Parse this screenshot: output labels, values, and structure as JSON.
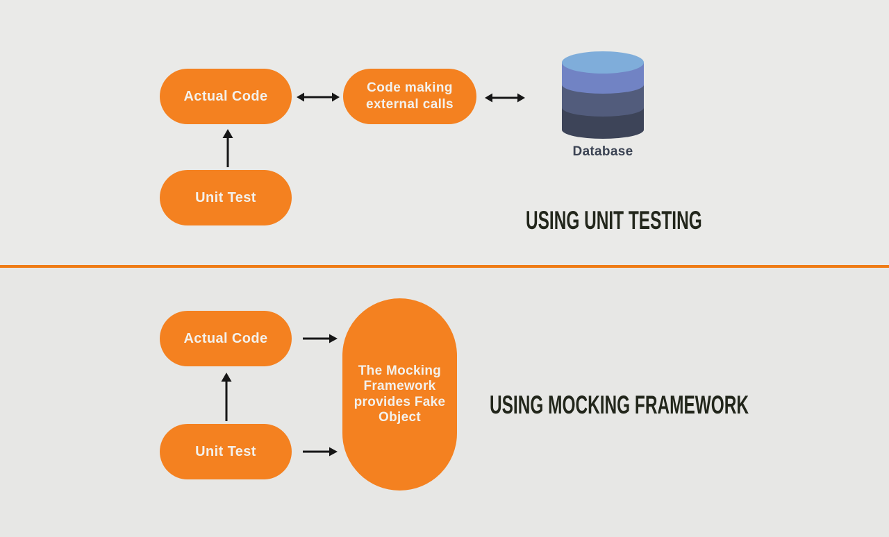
{
  "palette": {
    "background_top": "#eaeae8",
    "background_bottom": "#e7e7e5",
    "orange": "#f48120",
    "divider": "#ef7c16",
    "arrow": "#161616",
    "pill_text": "#f3f1ec",
    "title_text": "#22261b",
    "db_label": "#3b4353",
    "db_top": "#7fadda",
    "db_band1": "#7183c4",
    "db_band2": "#525c7c",
    "db_band3": "#3d4458"
  },
  "sections": {
    "unit_testing": {
      "title": "USING UNIT TESTING",
      "actual_code": "Actual Code",
      "external_calls": "Code making external calls",
      "unit_test": "Unit Test",
      "database_label": "Database"
    },
    "mocking": {
      "title": "USING MOCKING FRAMEWORK",
      "actual_code": "Actual Code",
      "unit_test": "Unit Test",
      "mock_node": "The Mocking Framework provides Fake Object"
    }
  }
}
